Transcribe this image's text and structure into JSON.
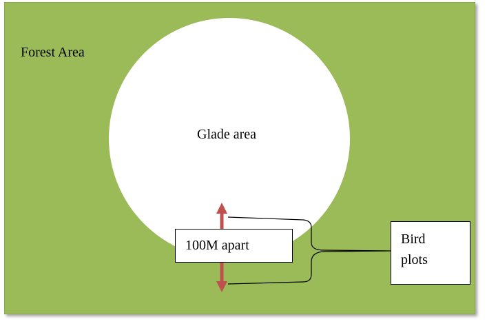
{
  "labels": {
    "forest": "Forest Area",
    "glade": "Glade area",
    "distance": "100M apart",
    "bird_plots_line1": "Bird",
    "bird_plots_line2": "plots"
  },
  "colors": {
    "forest": "#9bbb59",
    "glade": "#ffffff",
    "arrow": "#c0504d",
    "connector": "#000000"
  },
  "icons": {
    "distance_marker": "double-arrow-vertical"
  }
}
